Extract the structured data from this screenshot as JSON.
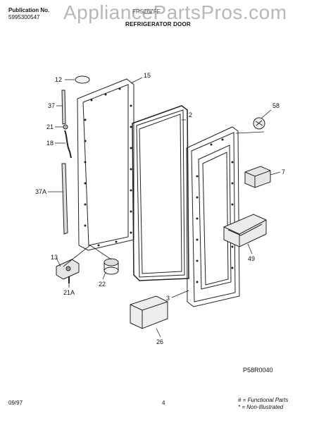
{
  "header": {
    "publication_label": "Publication No.",
    "publication_number": "5995300547",
    "model": "FRS26ZFF",
    "title": "REFRIGERATOR DOOR",
    "watermark": "AppliancePartsPros.com"
  },
  "callouts": [
    "12",
    "15",
    "37",
    "21",
    "18",
    "37A",
    "2",
    "58",
    "7",
    "13",
    "22",
    "21A",
    "49",
    "3",
    "26"
  ],
  "reference_code": "P58R0040",
  "footer": {
    "date": "09/97",
    "page": "4",
    "legend_functional": "# = Functional Parts",
    "legend_non_illustrated": "* = Non-Illustrated"
  }
}
